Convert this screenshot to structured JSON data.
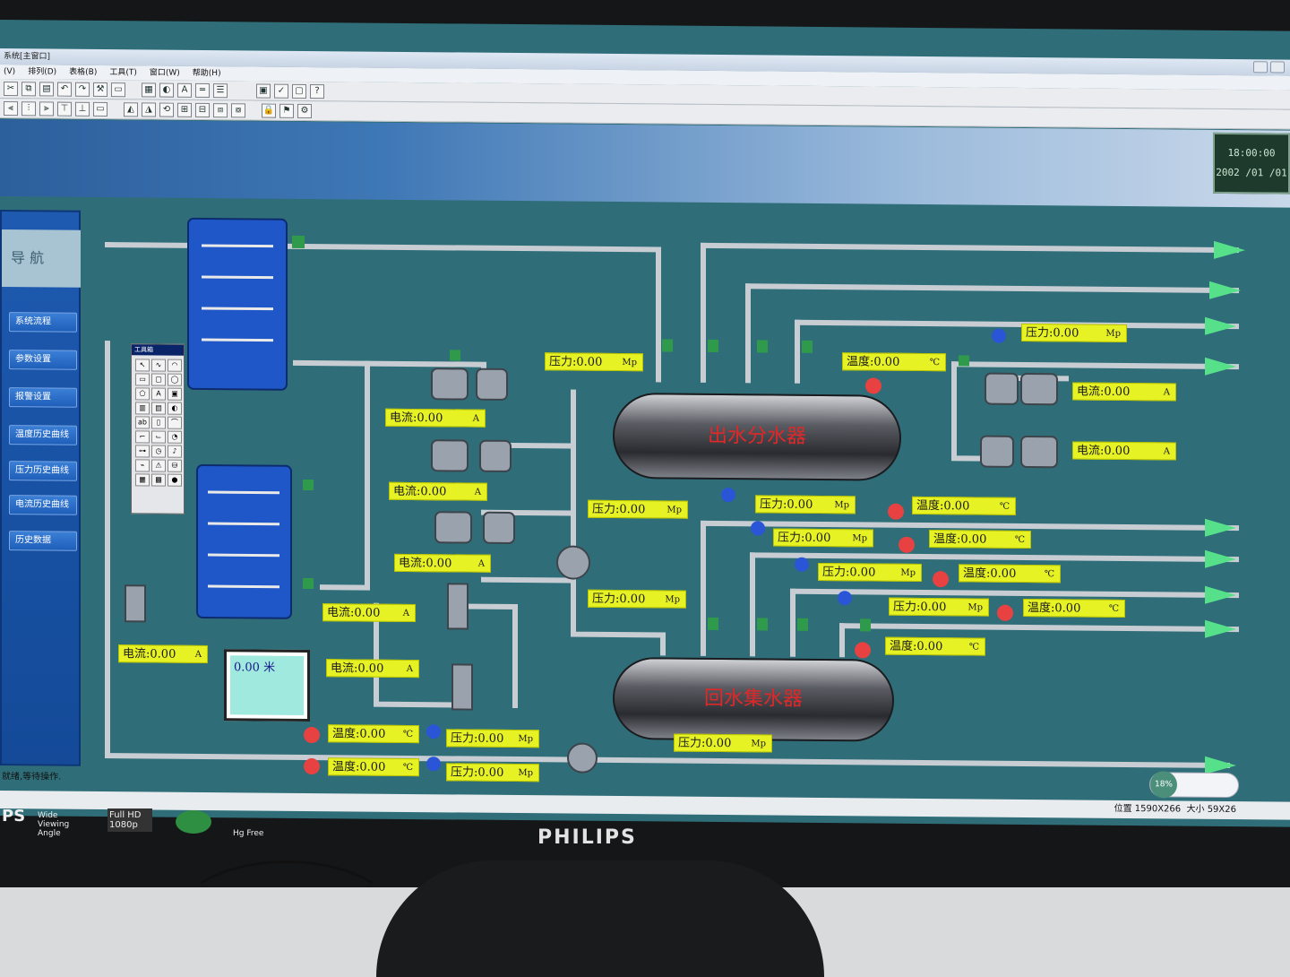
{
  "window": {
    "title": "系统[主窗口]",
    "menus": [
      "(V)",
      "排列(D)",
      "表格(B)",
      "工具(T)",
      "窗口(W)",
      "帮助(H)"
    ]
  },
  "clock": {
    "time": "18:00:00",
    "date": "2002 /01 /01"
  },
  "nav": {
    "title": "导 航",
    "items": [
      "系统流程",
      "参数设置",
      "报警设置",
      "温度历史曲线",
      "压力历史曲线",
      "电流历史曲线",
      "历史数据"
    ]
  },
  "toolbox": {
    "title": "工具箱"
  },
  "tanks": {
    "supply": "出水分水器",
    "return": "回水集水器"
  },
  "level": {
    "value": "0.00 米"
  },
  "labels": {
    "p_main_top": {
      "name": "压力",
      "value": "0.00",
      "unit": "Mp"
    },
    "p_mid": {
      "name": "压力",
      "value": "0.00",
      "unit": "Mp"
    },
    "p_mid2": {
      "name": "压力",
      "value": "0.00",
      "unit": "Mp"
    },
    "p_return": {
      "name": "压力",
      "value": "0.00",
      "unit": "Mp"
    },
    "t_supply": {
      "name": "温度",
      "value": "0.00",
      "unit": "℃"
    },
    "p_right_top": {
      "name": "压力",
      "value": "0.00",
      "unit": "Mp"
    },
    "i_right1": {
      "name": "电流",
      "value": "0.00",
      "unit": "A"
    },
    "i_right2": {
      "name": "电流",
      "value": "0.00",
      "unit": "A"
    },
    "i_pump1": {
      "name": "电流",
      "value": "0.00",
      "unit": "A"
    },
    "i_pump2": {
      "name": "电流",
      "value": "0.00",
      "unit": "A"
    },
    "i_pump3": {
      "name": "电流",
      "value": "0.00",
      "unit": "A"
    },
    "i_make1": {
      "name": "电流",
      "value": "0.00",
      "unit": "A"
    },
    "i_make2": {
      "name": "电流",
      "value": "0.00",
      "unit": "A"
    },
    "i_left": {
      "name": "电流",
      "value": "0.00",
      "unit": "A"
    },
    "t_bot1": {
      "name": "温度",
      "value": "0.00",
      "unit": "℃"
    },
    "t_bot2": {
      "name": "温度",
      "value": "0.00",
      "unit": "℃"
    },
    "p_bot1": {
      "name": "压力",
      "value": "0.00",
      "unit": "Mp"
    },
    "p_bot2": {
      "name": "压力",
      "value": "0.00",
      "unit": "Mp"
    },
    "r1_p": {
      "name": "压力",
      "value": "0.00",
      "unit": "Mp"
    },
    "r1_t": {
      "name": "温度",
      "value": "0.00",
      "unit": "℃"
    },
    "r2_p": {
      "name": "压力",
      "value": "0.00",
      "unit": "Mp"
    },
    "r2_t": {
      "name": "温度",
      "value": "0.00",
      "unit": "℃"
    },
    "r3_p": {
      "name": "压力",
      "value": "0.00",
      "unit": "Mp"
    },
    "r3_t": {
      "name": "温度",
      "value": "0.00",
      "unit": "℃"
    },
    "r4_p": {
      "name": "压力",
      "value": "0.00",
      "unit": "Mp"
    },
    "r4_t": {
      "name": "温度",
      "value": "0.00",
      "unit": "℃"
    },
    "r5_t": {
      "name": "温度",
      "value": "0.00",
      "unit": "℃"
    }
  },
  "status": {
    "left": "就绪,等待操作.",
    "position": "位置 1590X266",
    "size": "大小 59X26"
  },
  "gauge": {
    "percent": "18%"
  },
  "monitor": {
    "brand": "PHILIPS",
    "badges": [
      "PS",
      "Wide Viewing Angle",
      "Full HD 1080p",
      "Hg Free"
    ]
  }
}
